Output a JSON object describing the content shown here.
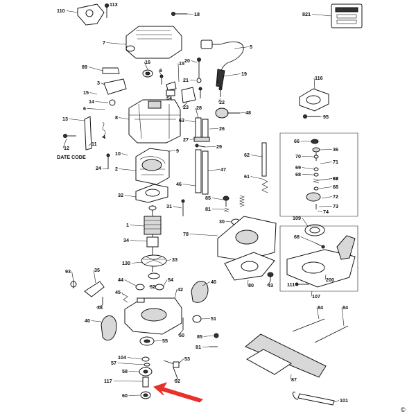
{
  "callouts": [
    {
      "id": "c110",
      "text": "110"
    },
    {
      "id": "c113",
      "text": "113"
    },
    {
      "id": "c18",
      "text": "18"
    },
    {
      "id": "c821",
      "text": "821"
    },
    {
      "id": "c7",
      "text": "7"
    },
    {
      "id": "c5",
      "text": "5"
    },
    {
      "id": "c20",
      "text": "20"
    },
    {
      "id": "c89",
      "text": "89"
    },
    {
      "id": "c16",
      "text": "16"
    },
    {
      "id": "c6a",
      "text": "6"
    },
    {
      "id": "c15a",
      "text": "15"
    },
    {
      "id": "c21",
      "text": "21"
    },
    {
      "id": "c19",
      "text": "19"
    },
    {
      "id": "c116",
      "text": "116"
    },
    {
      "id": "c3",
      "text": "3"
    },
    {
      "id": "c15b",
      "text": "15"
    },
    {
      "id": "c14a",
      "text": "14"
    },
    {
      "id": "c14b",
      "text": "14"
    },
    {
      "id": "c6b",
      "text": "6"
    },
    {
      "id": "c23",
      "text": "23"
    },
    {
      "id": "c2a",
      "text": "2"
    },
    {
      "id": "c22",
      "text": "22"
    },
    {
      "id": "c95",
      "text": "95"
    },
    {
      "id": "c28",
      "text": "28"
    },
    {
      "id": "c48",
      "text": "48"
    },
    {
      "id": "c13",
      "text": "13"
    },
    {
      "id": "c8",
      "text": "8"
    },
    {
      "id": "c63",
      "text": "63"
    },
    {
      "id": "c26",
      "text": "26"
    },
    {
      "id": "c4",
      "text": "4"
    },
    {
      "id": "c11",
      "text": "11"
    },
    {
      "id": "c12",
      "text": "12"
    },
    {
      "id": "c27",
      "text": "27"
    },
    {
      "id": "c66",
      "text": "66"
    },
    {
      "id": "c36",
      "text": "36"
    },
    {
      "id": "c29",
      "text": "29"
    },
    {
      "id": "c70",
      "text": "70"
    },
    {
      "id": "c71",
      "text": "71"
    },
    {
      "id": "c10",
      "text": "10"
    },
    {
      "id": "c9",
      "text": "9"
    },
    {
      "id": "c62",
      "text": "62"
    },
    {
      "id": "c69",
      "text": "69"
    },
    {
      "id": "c68a",
      "text": "68"
    },
    {
      "id": "c24",
      "text": "24"
    },
    {
      "id": "c2b",
      "text": "2"
    },
    {
      "id": "c47",
      "text": "47"
    },
    {
      "id": "c61",
      "text": "61"
    },
    {
      "id": "c67",
      "text": "67"
    },
    {
      "id": "c68b",
      "text": "68"
    },
    {
      "id": "c68c",
      "text": "68"
    },
    {
      "id": "c46",
      "text": "46"
    },
    {
      "id": "c32",
      "text": "32"
    },
    {
      "id": "c72",
      "text": "72"
    },
    {
      "id": "c85",
      "text": "85"
    },
    {
      "id": "c73",
      "text": "73"
    },
    {
      "id": "c31",
      "text": "31"
    },
    {
      "id": "c81a",
      "text": "81"
    },
    {
      "id": "c74",
      "text": "74"
    },
    {
      "id": "c30",
      "text": "30"
    },
    {
      "id": "c109",
      "text": "109"
    },
    {
      "id": "c1",
      "text": "1"
    },
    {
      "id": "c78",
      "text": "78"
    },
    {
      "id": "c68d",
      "text": "68"
    },
    {
      "id": "c34",
      "text": "34"
    },
    {
      "id": "c33",
      "text": "33"
    },
    {
      "id": "c130",
      "text": "130"
    },
    {
      "id": "c93",
      "text": "93"
    },
    {
      "id": "c35",
      "text": "35"
    },
    {
      "id": "c44",
      "text": "44"
    },
    {
      "id": "c54",
      "text": "54"
    },
    {
      "id": "c52",
      "text": "52"
    },
    {
      "id": "c42",
      "text": "42"
    },
    {
      "id": "c40a",
      "text": "40"
    },
    {
      "id": "c43",
      "text": "43"
    },
    {
      "id": "c80",
      "text": "80"
    },
    {
      "id": "c200",
      "text": "200"
    },
    {
      "id": "c111",
      "text": "111"
    },
    {
      "id": "c107",
      "text": "107"
    },
    {
      "id": "c45",
      "text": "45"
    },
    {
      "id": "c38",
      "text": "38"
    },
    {
      "id": "c84a",
      "text": "84"
    },
    {
      "id": "c84b",
      "text": "84"
    },
    {
      "id": "c40b",
      "text": "40"
    },
    {
      "id": "c51",
      "text": "51"
    },
    {
      "id": "c50",
      "text": "50"
    },
    {
      "id": "c85b",
      "text": "85"
    },
    {
      "id": "c55",
      "text": "55"
    },
    {
      "id": "c81b",
      "text": "81"
    },
    {
      "id": "c104",
      "text": "104"
    },
    {
      "id": "c57",
      "text": "57"
    },
    {
      "id": "c53",
      "text": "53"
    },
    {
      "id": "c58",
      "text": "58"
    },
    {
      "id": "c92",
      "text": "92"
    },
    {
      "id": "c87",
      "text": "87"
    },
    {
      "id": "c117",
      "text": "117"
    },
    {
      "id": "c60",
      "text": "60"
    },
    {
      "id": "c101",
      "text": "101"
    }
  ],
  "date_code_label": "DATE CODE",
  "copyright_symbol": "©",
  "colors": {
    "highlight_arrow": "#e8312a",
    "ink": "#111111"
  }
}
